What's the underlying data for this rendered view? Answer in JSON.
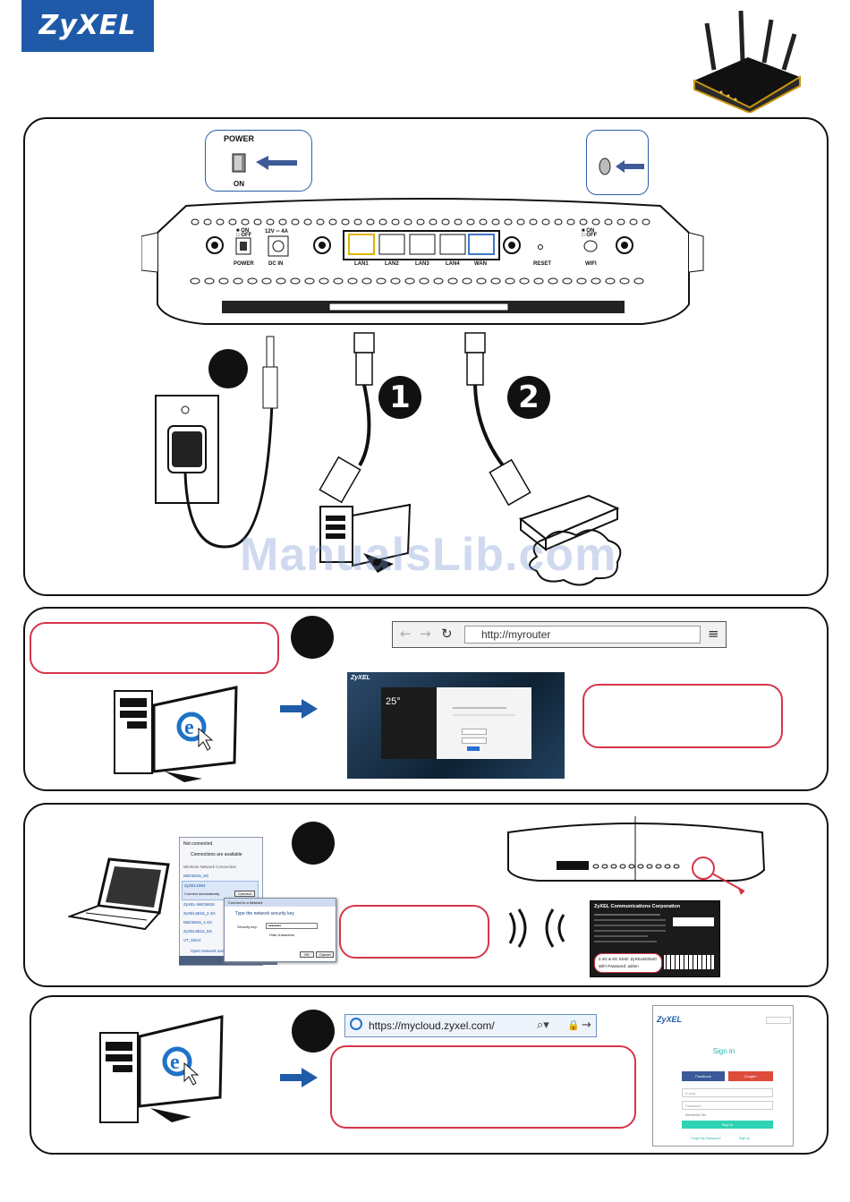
{
  "brand": {
    "logo_text": "ZyXEL"
  },
  "panel1": {
    "power_callout": {
      "top": "POWER",
      "bottom": "ON"
    },
    "router_rear": {
      "switch_on": "ON",
      "switch_off": "OFF",
      "dc_rating": "12V ═ 4A",
      "ports": [
        "POWER",
        "DC IN",
        "LAN1",
        "LAN2",
        "LAN3",
        "LAN4",
        "WAN",
        "RESET",
        "WIFI"
      ]
    },
    "steps": [
      "1",
      "2"
    ]
  },
  "panel2": {
    "browser": {
      "url": "http://myrouter"
    },
    "login_screen": {
      "logo": "ZyXEL",
      "temperature": "25°"
    }
  },
  "panel3": {
    "wifi_list": {
      "status": "Not connected",
      "available": "Connections are available",
      "group": "Wireless Network Connection",
      "networks": [
        "NBG6816_5G",
        "ZyXEL1984",
        "ZyXEL-NBG6816",
        "ZyXEL6815_2.4G",
        "NBG6816_2.4G",
        "ZyXEL6815_5G",
        "VT_5GHz"
      ],
      "connect_auto": "Connect automatically",
      "connect_button": "Connect",
      "footer": "Open Network and Sharing Center"
    },
    "key_dialog": {
      "title": "Connect to a Network",
      "prompt": "Type the network security key",
      "field_label": "Security key:",
      "key_value": "••••••••",
      "hide_chars": "Hide characters",
      "ok": "OK",
      "cancel": "Cancel"
    },
    "label": {
      "company": "ZyXEL Communications Corporation",
      "ssid_line": "2.4G & 5G SSID: ZyXEL8D2540",
      "password_line": "WiFi Password: admin"
    }
  },
  "panel4": {
    "browser": {
      "url": "https://mycloud.zyxel.com/"
    },
    "signin": {
      "logo": "ZyXEL",
      "title": "Sign in",
      "facebook": "Facebook",
      "google": "Google+",
      "email": "E-mail",
      "password": "Password",
      "remember": "Remember Me",
      "button": "Sign In",
      "forgot": "Forget My Password?",
      "signup": "Sign up"
    }
  },
  "watermark": "ManualsLib.com",
  "colors": {
    "brand_blue": "#1f5aa8",
    "note_red": "#d7344a",
    "arrow_blue": "#1e5ba8",
    "yellow_port": "#e0b400",
    "wan_blue": "#3f79c7"
  }
}
